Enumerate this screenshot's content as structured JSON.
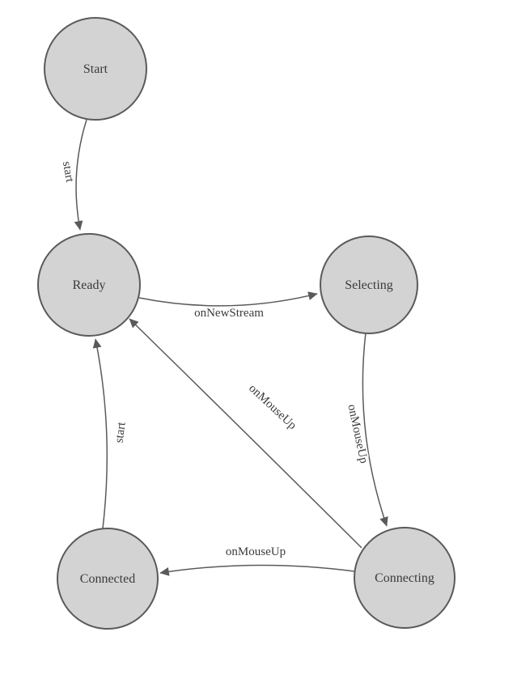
{
  "diagram": {
    "type": "state-machine",
    "nodes": [
      {
        "id": "start",
        "label": "Start"
      },
      {
        "id": "ready",
        "label": "Ready"
      },
      {
        "id": "selecting",
        "label": "Selecting"
      },
      {
        "id": "connecting",
        "label": "Connecting"
      },
      {
        "id": "connected",
        "label": "Connected"
      }
    ],
    "edges": [
      {
        "from": "start",
        "to": "ready",
        "label": "start"
      },
      {
        "from": "ready",
        "to": "selecting",
        "label": "onNewStream"
      },
      {
        "from": "selecting",
        "to": "connecting",
        "label": "onMouseUp"
      },
      {
        "from": "connecting",
        "to": "ready",
        "label": "onMouseUp"
      },
      {
        "from": "connecting",
        "to": "connected",
        "label": "onMouseUp"
      },
      {
        "from": "connected",
        "to": "ready",
        "label": "start"
      }
    ],
    "colors": {
      "node_fill": "#d3d3d3",
      "node_stroke": "#5a5a5a",
      "edge_stroke": "#5a5a5a",
      "text": "#3b3b3b",
      "background": "#ffffff"
    }
  }
}
